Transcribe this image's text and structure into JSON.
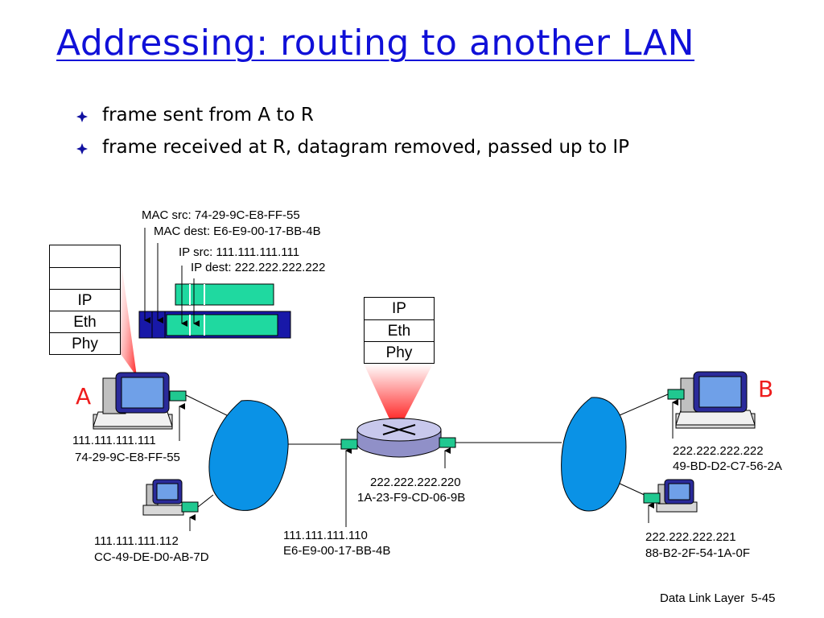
{
  "title": "Addressing: routing to another LAN",
  "bullets": [
    {
      "text": "frame sent from A to R"
    },
    {
      "text": "frame received at R, datagram removed, passed up to IP"
    }
  ],
  "frame": {
    "mac_src": "MAC src: 74-29-9C-E8-FF-55",
    "mac_dest": "MAC dest: E6-E9-00-17-BB-4B",
    "ip_src": "IP src: 111.111.111.111",
    "ip_dest": "IP dest: 222.222.222.222"
  },
  "host_a": {
    "label": "A",
    "stack": [
      "",
      "",
      "IP",
      "Eth",
      "Phy"
    ],
    "ip": "111.111.111.111",
    "mac": "74-29-9C-E8-FF-55"
  },
  "host_a2": {
    "ip": "111.111.111.112",
    "mac": "CC-49-DE-D0-AB-7D"
  },
  "router": {
    "stack": [
      "IP",
      "Eth",
      "Phy"
    ],
    "left_ip": "111.111.111.110",
    "left_mac": "E6-E9-00-17-BB-4B",
    "right_ip": "222.222.222.220",
    "right_mac": "1A-23-F9-CD-06-9B"
  },
  "host_b": {
    "label": "B",
    "ip": "222.222.222.222",
    "mac": "49-BD-D2-C7-56-2A"
  },
  "host_b2": {
    "ip": "222.222.222.221",
    "mac": "88-B2-2F-54-1A-0F"
  },
  "footer": {
    "chapter": "Data Link Layer",
    "page": "5-45"
  },
  "colors": {
    "title": "#1010d8",
    "host_label": "#ee1c1c",
    "frame": "#1818a8",
    "datagram": "#1fd9a0",
    "nic": "#20c890",
    "lan": "#0a92e6"
  }
}
